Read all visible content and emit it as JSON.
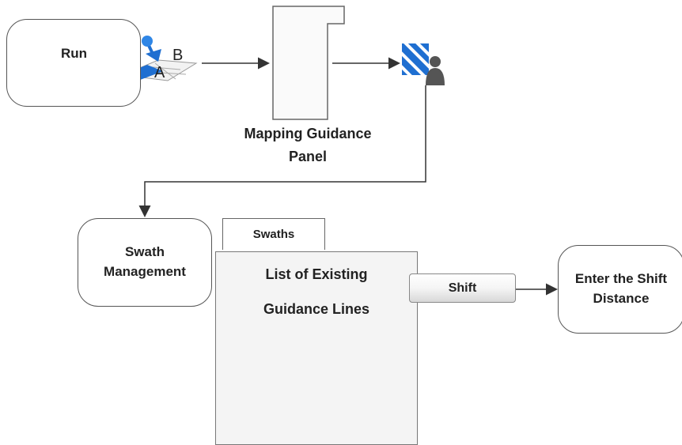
{
  "nodes": {
    "run": "Run",
    "panel_label": [
      "Mapping Guidance",
      "Panel"
    ],
    "swath_management": [
      "Swath",
      "Management"
    ],
    "swaths_tab": "Swaths",
    "list_lines": [
      "List of Existing",
      "Guidance Lines"
    ],
    "shift_button": "Shift",
    "enter_shift": [
      "Enter the Shift",
      "Distance"
    ]
  },
  "icons": {
    "ab_line": "ab-line-pin-icon",
    "ab_letters": [
      "A",
      "B"
    ],
    "guidance_user": "guidance-user-icon"
  },
  "colors": {
    "accent_blue": "#1f6fd1",
    "line": "#333333"
  }
}
